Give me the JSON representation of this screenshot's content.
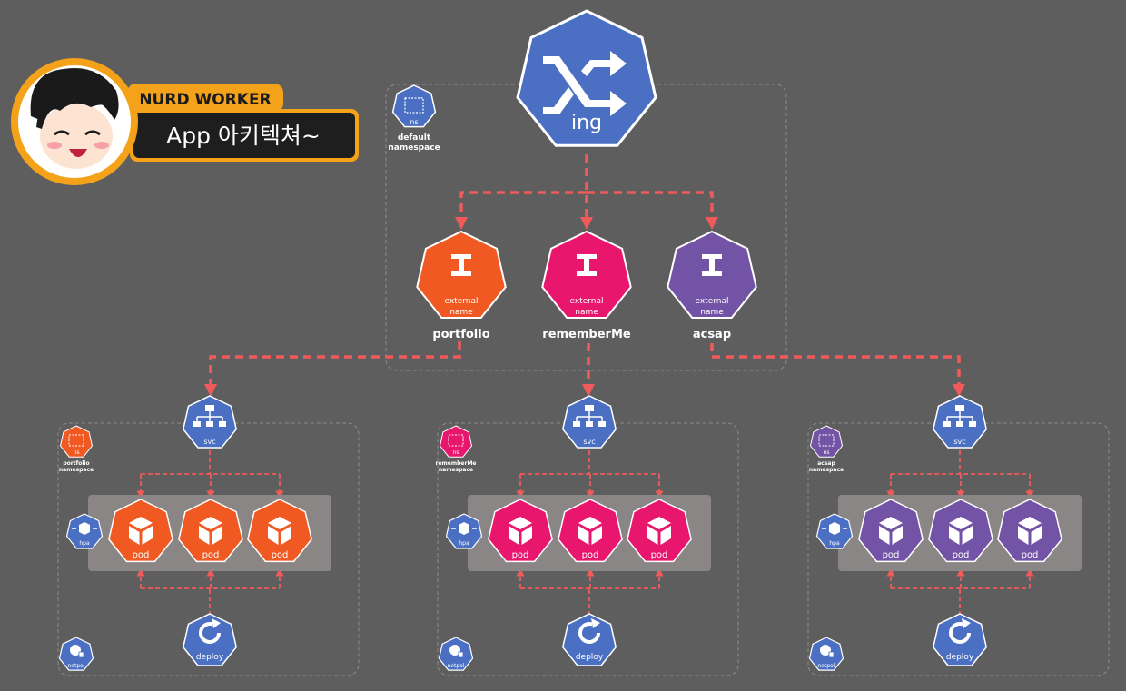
{
  "badge": {
    "brand": "NURD WORKER",
    "title": "App 아키텍쳐~"
  },
  "colors": {
    "background": "#5e5e5e",
    "k8s_blue": "#4a6fc3",
    "portfolio": "#f05a22",
    "rememberme": "#e8166c",
    "acsap": "#7253a5",
    "arrow": "#f05a5a",
    "badge_orange": "#f5a21b"
  },
  "ingress": {
    "label": "ing",
    "icon": "shuffle-icon"
  },
  "default_ns": {
    "icon_label": "ns",
    "name_line1": "default",
    "name_line2": "namespace"
  },
  "services": [
    {
      "key": "portfolio",
      "name": "portfolio",
      "line1": "external",
      "line2": "name"
    },
    {
      "key": "rememberme",
      "name": "rememberMe",
      "line1": "external",
      "line2": "name"
    },
    {
      "key": "acsap",
      "name": "acsap",
      "line1": "external",
      "line2": "name"
    }
  ],
  "clusters": [
    {
      "key": "portfolio",
      "ns_icon": "ns",
      "ns_line1": "portfolio",
      "ns_line2": "namespace",
      "svc": "svc",
      "hpa": "hpa",
      "pods": [
        "pod",
        "pod",
        "pod"
      ],
      "deploy": "deploy",
      "netpol": "netpol"
    },
    {
      "key": "rememberme",
      "ns_icon": "ns",
      "ns_line1": "rememberMe",
      "ns_line2": "namespace",
      "svc": "svc",
      "hpa": "hpa",
      "pods": [
        "pod",
        "pod",
        "pod"
      ],
      "deploy": "deploy",
      "netpol": "netpol"
    },
    {
      "key": "acsap",
      "ns_icon": "ns",
      "ns_line1": "acsap",
      "ns_line2": "namespace",
      "svc": "svc",
      "hpa": "hpa",
      "pods": [
        "pod",
        "pod",
        "pod"
      ],
      "deploy": "deploy",
      "netpol": "netpol"
    }
  ]
}
